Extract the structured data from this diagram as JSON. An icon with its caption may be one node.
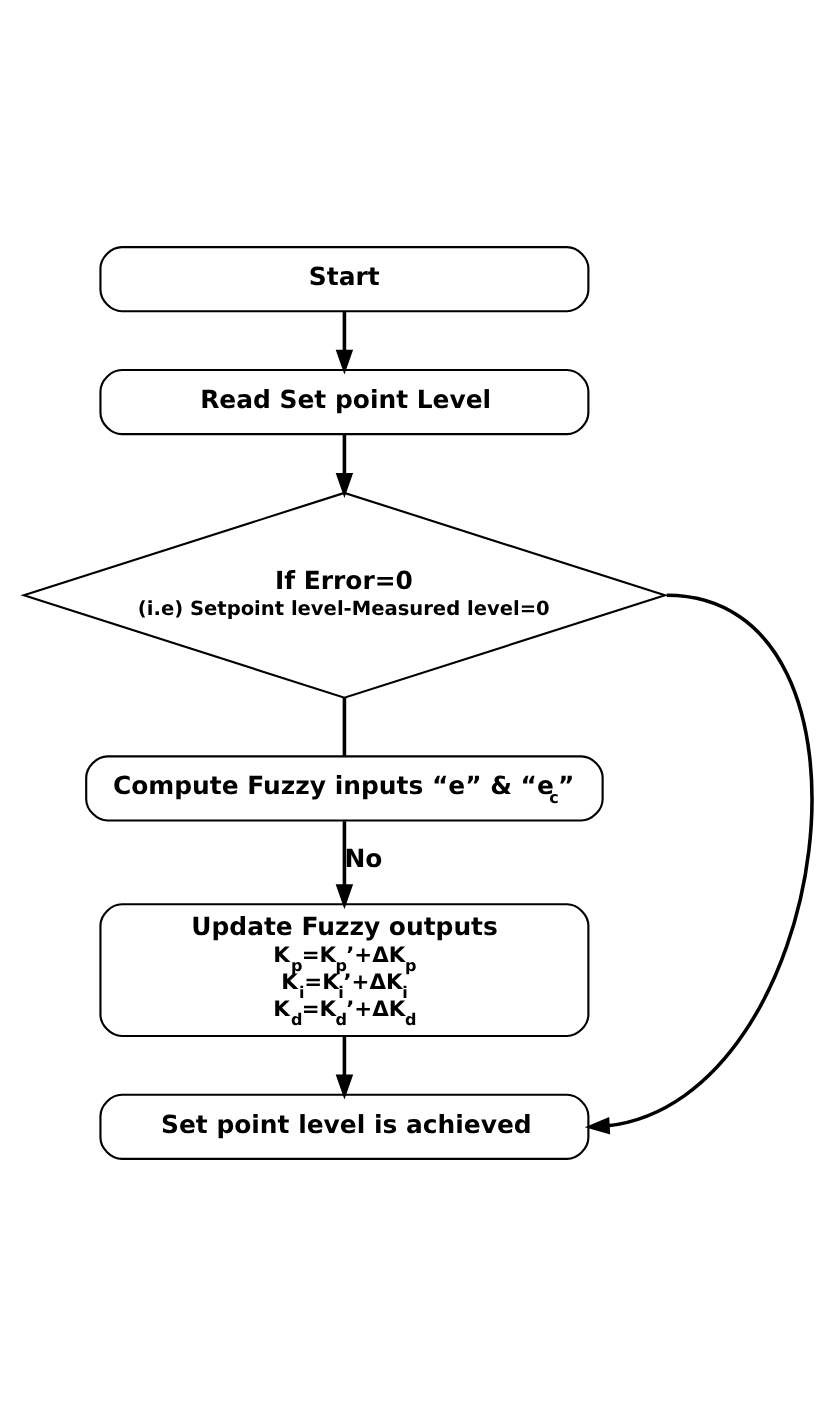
{
  "diagram": {
    "nodes": [
      {
        "text": [
          "Start"
        ]
      },
      {
        "text": [
          "Read Set point Level"
        ]
      },
      {
        "text": [
          "If Error=0",
          "(i.e) Setpoint level-Measured level=0"
        ]
      },
      {
        "text": [
          "Compute Fuzzy inputs “e” & “e$_{c}$”"
        ]
      },
      {
        "text": [
          "Update Fuzzy outputs",
          "K$_{p}$=K$_{p}$’+ΔK$_{p}$",
          "K$_{i}$=K$_{i}$’+ΔK$_{i}$",
          "K$_{d}$=K$_{d}$’+ΔK$_{d}$"
        ]
      },
      {
        "text": [
          "Set point level is achieved"
        ]
      }
    ],
    "edges": [
      {
        "from": 0,
        "to": 1,
        "arrow": "to"
      },
      {
        "from": 1,
        "to": 2,
        "arrow": "to"
      },
      {
        "from": 2,
        "to": 3,
        "arrow": "none"
      },
      {
        "from": 3,
        "to": 4,
        "arrow": "to",
        "label": "No"
      },
      {
        "from": 4,
        "to": 5,
        "arrow": "to"
      },
      {
        "from": 2,
        "to": 5,
        "arrow": "to"
      }
    ]
  }
}
